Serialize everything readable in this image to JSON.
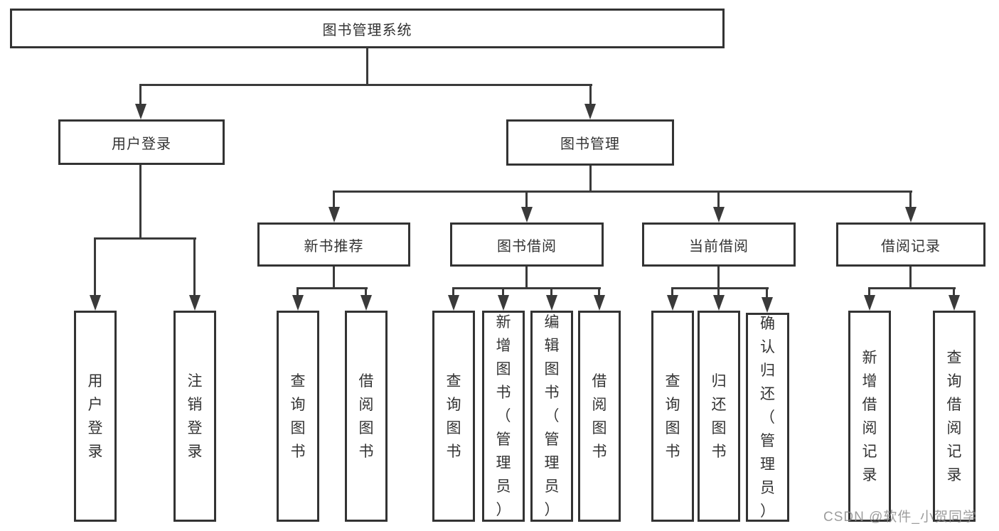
{
  "tree": {
    "label": "图书管理系统",
    "children": [
      {
        "label": "用户登录",
        "children": [
          {
            "label": "用户登录"
          },
          {
            "label": "注销登录"
          }
        ]
      },
      {
        "label": "图书管理",
        "children": [
          {
            "label": "新书推荐",
            "children": [
              {
                "label": "查询图书"
              },
              {
                "label": "借阅图书"
              }
            ]
          },
          {
            "label": "图书借阅",
            "children": [
              {
                "label": "查询图书"
              },
              {
                "label": "新增图书（管理员）"
              },
              {
                "label": "编辑图书（管理员）"
              },
              {
                "label": "借阅图书"
              }
            ]
          },
          {
            "label": "当前借阅",
            "children": [
              {
                "label": "查询图书"
              },
              {
                "label": "归还图书"
              },
              {
                "label": "确认归还（管理员）"
              }
            ]
          },
          {
            "label": "借阅记录",
            "children": [
              {
                "label": "新增借阅记录"
              },
              {
                "label": "查询借阅记录"
              }
            ]
          }
        ]
      }
    ]
  },
  "watermark": {
    "text": "CSDN @软件_小贺同学"
  },
  "colors": {
    "line": "#3a3a3a",
    "border": "#333333",
    "text": "#333333",
    "background": "#ffffff",
    "watermark": "#8c8c8c"
  }
}
